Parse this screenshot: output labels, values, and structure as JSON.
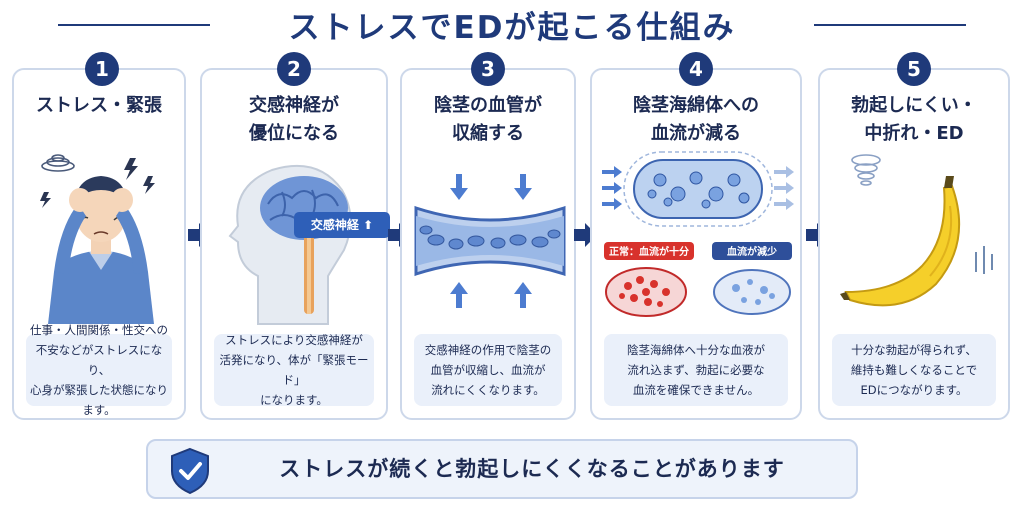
{
  "title": "ストレスでEDが起こる仕組み",
  "steps": [
    {
      "num": "1",
      "title": "ストレス・緊張",
      "desc": "仕事・人間関係・性交への\n不安などがストレスになり、\n心身が緊張した状態になります。"
    },
    {
      "num": "2",
      "title": "交感神経が\n優位になる",
      "desc": "ストレスにより交感神経が\n活発になり、体が「緊張モード」\nになります。",
      "tag": "交感神経"
    },
    {
      "num": "3",
      "title": "陰茎の血管が\n収縮する",
      "desc": "交感神経の作用で陰茎の\n血管が収縮し、血流が\n流れにくくなります。"
    },
    {
      "num": "4",
      "title": "陰茎海綿体への\n血流が減る",
      "desc": "陰茎海綿体へ十分な血液が\n流れ込まず、勃起に必要な\n血流を確保できません。",
      "label_normal": "正常：血流が十分",
      "label_reduced": "血流が減少"
    },
    {
      "num": "5",
      "title": "勃起しにくい・\n中折れ・ED",
      "desc": "十分な勃起が得られず、\n維持も難しくなることで\nEDにつながります。"
    }
  ],
  "banner": {
    "text": "ストレスが続くと勃起しにくくなることがあります",
    "icon": "shield-check-icon"
  },
  "colors": {
    "navy": "#1f3a7a",
    "accent_blue": "#2e5fb8",
    "card_border": "#cdd8ea",
    "desc_bg": "#eaf0fa",
    "red": "#d8322c",
    "banana": "#f5cf2a"
  }
}
